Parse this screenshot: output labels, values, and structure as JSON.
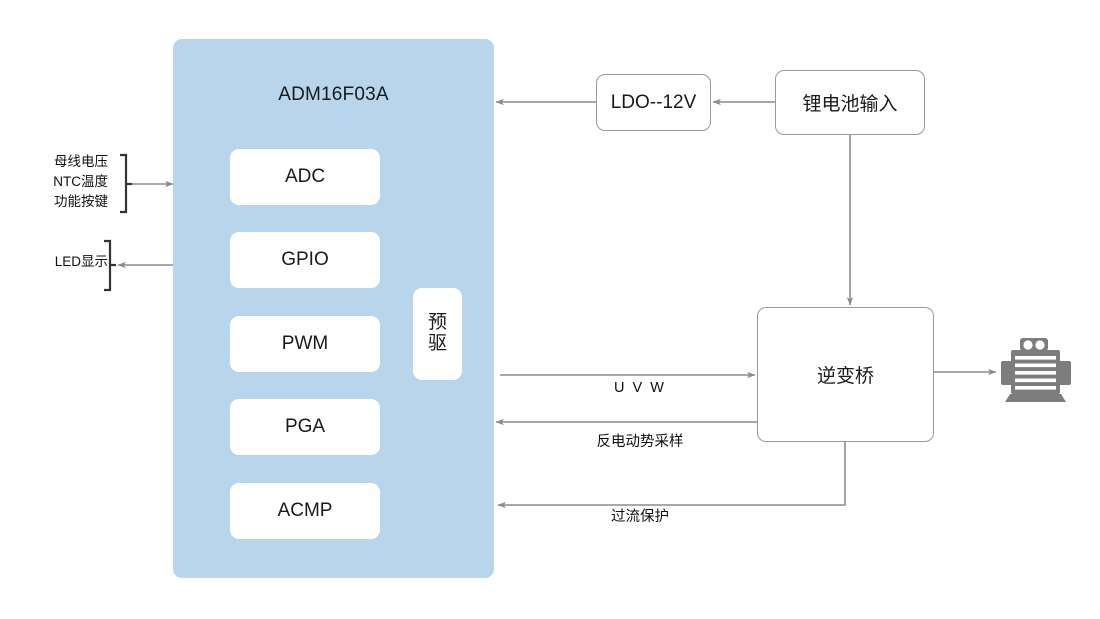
{
  "diagram": {
    "title": "ADM16F03A motor control block diagram",
    "colors": {
      "mcu_panel": "#b9d5ec",
      "block_fill": "#ffffff",
      "block_border": "#999999",
      "connector": "#8c8c8c",
      "bracket": "#333333",
      "motor_icon": "#7d7d7d",
      "text": "#1a1a1a"
    }
  },
  "mcu": {
    "title": "ADM16F03A",
    "peripherals": [
      {
        "label": "ADC"
      },
      {
        "label": "GPIO"
      },
      {
        "label": "PWM"
      },
      {
        "label": "PGA"
      },
      {
        "label": "ACMP"
      }
    ],
    "predriver": {
      "line1": "预",
      "line2": "驱"
    }
  },
  "external_blocks": {
    "ldo": "LDO--12V",
    "battery": "锂电池输入",
    "inverter": "逆变桥"
  },
  "side_labels": {
    "inputs": [
      "母线电压",
      "NTC温度",
      "功能按键"
    ],
    "output": "LED显示"
  },
  "edge_labels": {
    "uvw": "U V W",
    "back_emf": "反电动势采样",
    "overcurrent": "过流保护"
  },
  "icons": {
    "motor": "motor-icon"
  }
}
